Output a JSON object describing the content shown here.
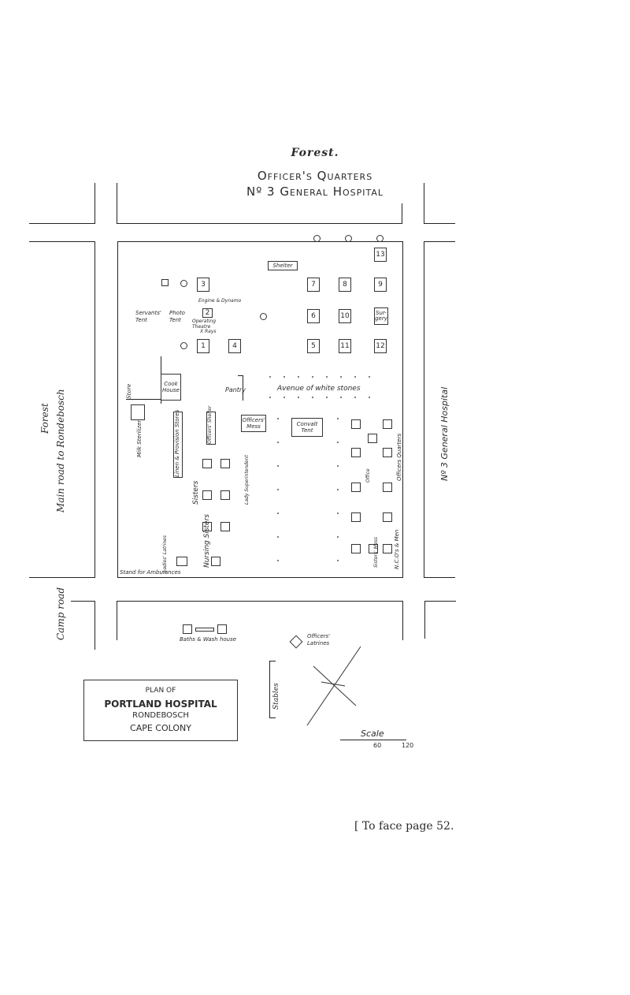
{
  "header": {
    "forest": "Forest.",
    "title_line1": "Officer's Quarters",
    "title_line2": "Nº 3 General Hospital"
  },
  "side_labels": {
    "forest_left": "Forest",
    "main_road": "Main road to Rondebosch",
    "right_hospital": "Nº 3 General Hospital",
    "camp_road": "Camp road"
  },
  "tents": {
    "t1": "1",
    "t2": "2",
    "t3": "3",
    "t4": "4",
    "t5": "5",
    "t6": "6",
    "t7": "7",
    "t8": "8",
    "t9": "9",
    "t10": "10",
    "t11": "11",
    "t12": "12",
    "t13": "13"
  },
  "labels": {
    "shelter": "Shelter",
    "engine": "Engine & Dynamo",
    "servants_tent": "Servants' Tent",
    "photo_tent": "Photo Tent",
    "operating_theatre": "Operating Theatre",
    "x_rays": "X Rays",
    "surgery": "Sur-gery",
    "cook_house": "Cook House",
    "store": "Store",
    "pantry": "Pantry",
    "avenue": "Avenue of white stones",
    "milk_sterilizer": "Milk Sterilizer",
    "linen_provision_stores": "Linen & Provision Stores",
    "officers_shelter": "Officers' Shelter",
    "officers_mess": "Officers' Mess",
    "convalescent_tent": "Convalt Tent",
    "officers_quarters": "Officers Quarters",
    "office": "Office",
    "sisters": "Sisters",
    "nursing_sisters": "Nursing Sisters",
    "ladies_latrines": "Ladies' Latrines",
    "stand_ambulances": "Stand for Ambulances",
    "lady_superintendent": "Lady Superintendent",
    "sisters_mess": "Sisters' Mess",
    "nco_men": "N.C.O's & Men",
    "baths": "Baths & Wash house",
    "officers_latrines": "Officers' Latrines",
    "stables": "Stables",
    "scale": "Scale",
    "scale_60": "60",
    "scale_120": "120"
  },
  "plan": {
    "line1": "PLAN OF",
    "line2": "PORTLAND HOSPITAL",
    "line3": "RONDEBOSCH",
    "line4": "CAPE COLONY"
  },
  "footer": "[ To face page 52."
}
